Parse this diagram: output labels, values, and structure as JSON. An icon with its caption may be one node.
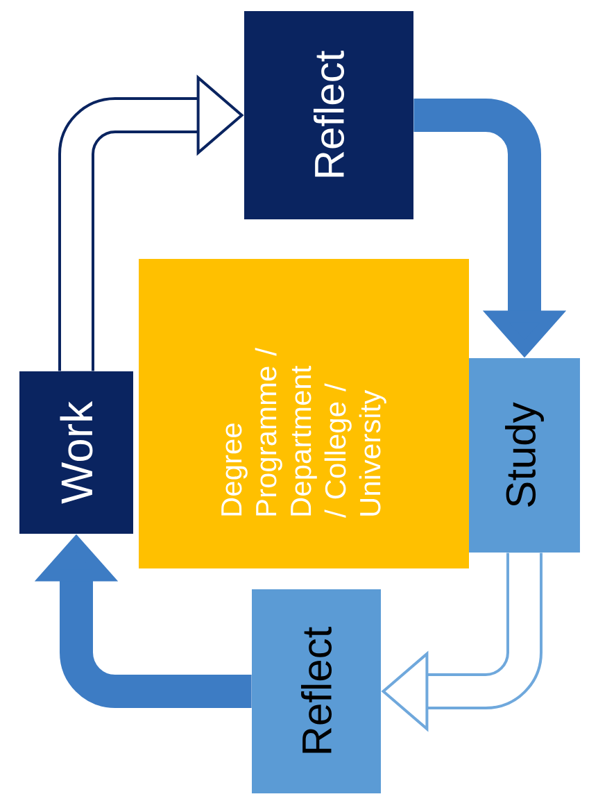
{
  "diagram": {
    "nodes": [
      {
        "text": [
          "Reflect"
        ]
      },
      {
        "text": [
          "Work"
        ]
      },
      {
        "text": [
          "Degree Programme / Department / College / University"
        ]
      },
      {
        "text": [
          "Study"
        ]
      },
      {
        "text": [
          "Reflect"
        ]
      }
    ],
    "edges": [
      {
        "from": 1,
        "to": 0,
        "arrow": "to",
        "color": "#0a2460"
      },
      {
        "from": 0,
        "to": 3,
        "arrow": "to",
        "color": "#3d7cc4"
      },
      {
        "from": 3,
        "to": 4,
        "arrow": "to",
        "color": "#6fa8dc"
      },
      {
        "from": 4,
        "to": 1,
        "arrow": "to",
        "color": "#3d7cc4"
      }
    ]
  }
}
